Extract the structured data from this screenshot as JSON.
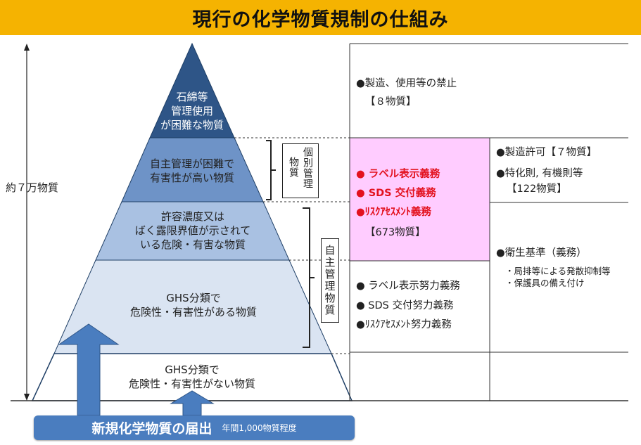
{
  "title": "現行の化学物質規制の仕組み",
  "total_label": "約７万物質",
  "tiers": [
    {
      "lines": [
        "石綿等",
        "管理使用",
        "が困難な物質"
      ]
    },
    {
      "lines": [
        "自主管理が困難で",
        "有害性が高い物質"
      ]
    },
    {
      "lines": [
        "許容濃度又は",
        "ばく露限界値が示されて",
        "いる危険・有害な物質"
      ]
    },
    {
      "lines": [
        "GHS分類で",
        "危険性・有害性がある物質"
      ]
    },
    {
      "lines": [
        "GHS分類で",
        "危険性・有害性がない物質"
      ]
    }
  ],
  "kobetsu_label": "個別管理",
  "kobetsu_col1": "物質",
  "kobetsu_col2": "個別管理",
  "jishu_label": "自主管理物質",
  "col1": {
    "ban": {
      "item": "●製造、使用等の禁止",
      "count": "【８物質】"
    },
    "obligations": {
      "label": "● ラベル表示義務",
      "sds": "● SDS 交付義務",
      "risk": "●ﾘｽｸｱｾｽﾒﾝﾄ義務",
      "count": "【673物質】"
    },
    "efforts": {
      "label": "● ラベル表示努力義務",
      "sds": "● SDS 交付努力義務",
      "risk": "●ﾘｽｸｱｾｽﾒﾝﾄ努力義務"
    }
  },
  "col2": {
    "permit": "●製造許可【７物質】",
    "special": "●特化則, 有機則等",
    "special_count": "【122物質】",
    "hygiene": "●衛生基準（義務）",
    "hygiene_sub1": "・局排等による発散抑制等",
    "hygiene_sub2": "・保護具の備え付け"
  },
  "banner": {
    "main": "新規化学物質の届出",
    "sub": "年間1,000物質程度"
  },
  "colors": {
    "title_bg": "#F5B301",
    "tier1": "#2E5587",
    "tier2": "#6E93C7",
    "tier3": "#A9C1E2",
    "tier4": "#DAE4F2",
    "tier5": "#FFFFFF",
    "pink": "#FFCCFF",
    "arrow": "#4A7DBF",
    "red": "#E3121F"
  }
}
